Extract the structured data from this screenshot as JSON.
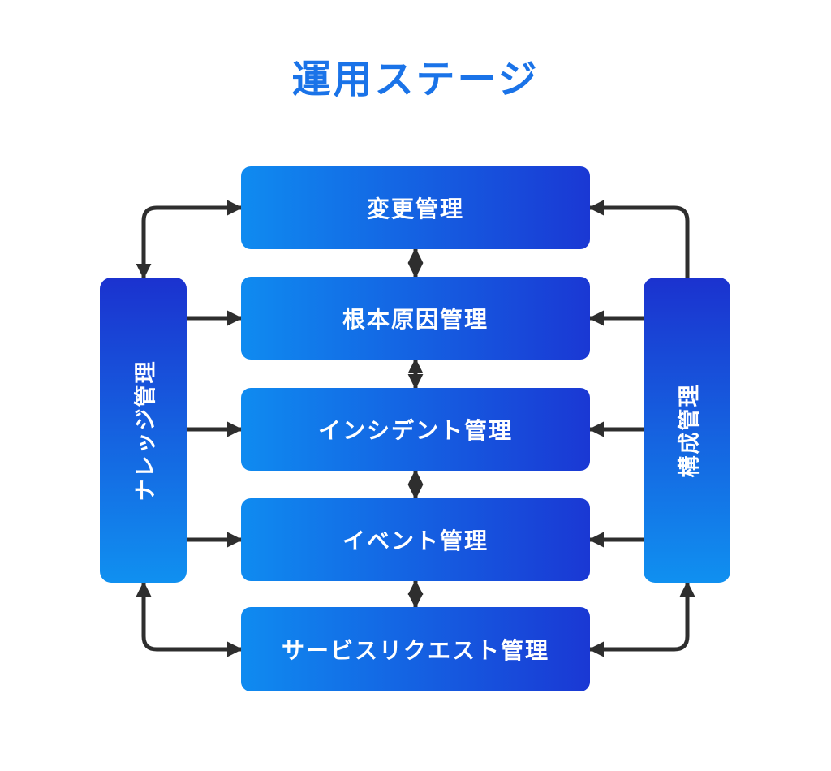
{
  "title": "運用ステージ",
  "side_boxes": {
    "left": {
      "label": "ナレッジ管理"
    },
    "right": {
      "label": "構成管理"
    }
  },
  "stages": [
    {
      "label": "変更管理"
    },
    {
      "label": "根本原因管理"
    },
    {
      "label": "インシデント管理"
    },
    {
      "label": "イベント管理"
    },
    {
      "label": "サービスリクエスト管理"
    }
  ],
  "colors": {
    "title": "#1a73e8",
    "box_gradient_start": "#0f8bf0",
    "box_gradient_end": "#1a38d4",
    "side_gradient_start": "#1b32cf",
    "side_gradient_end": "#1090f0",
    "arrow": "#2e2e2e",
    "label_text": "#ffffff",
    "background": "#ffffff"
  }
}
